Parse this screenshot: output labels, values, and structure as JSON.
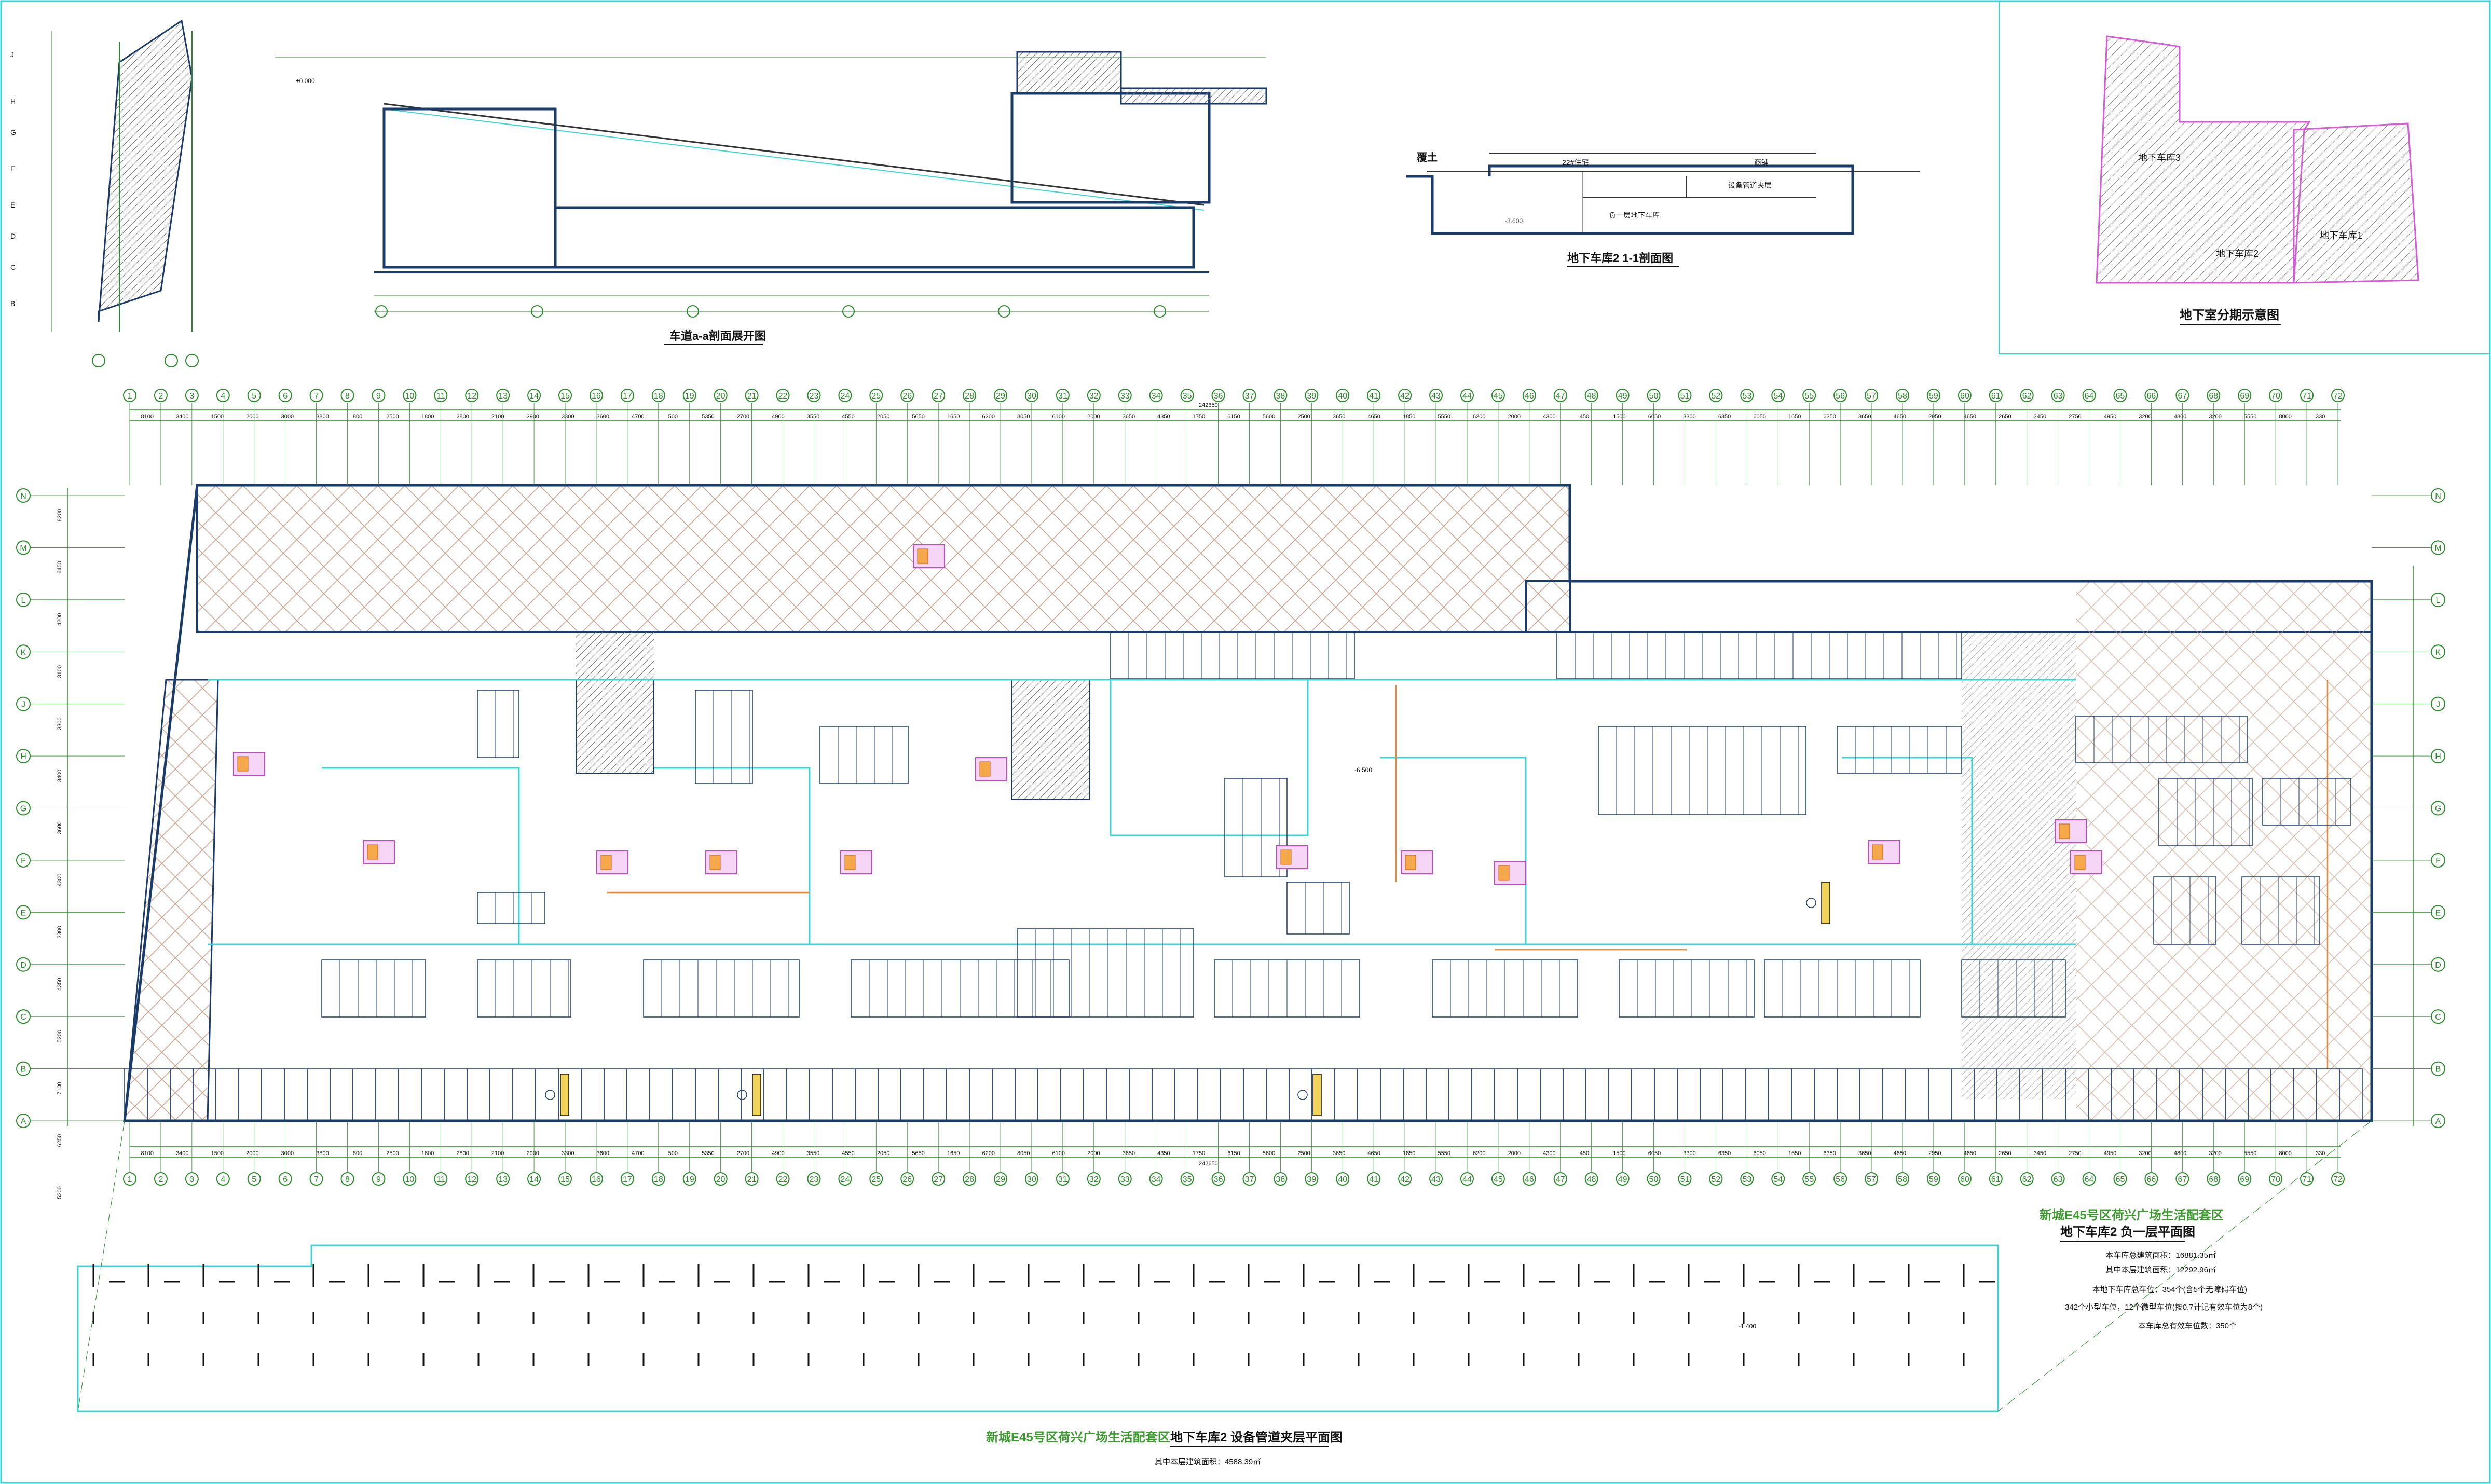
{
  "titles": {
    "ramp_section": "车道a-a剖面展开图",
    "section_1_1": "地下车库2 1-1剖面图",
    "phasing": "地下室分期示意图",
    "plan_project": "新城E45号区荷兴广场生活配套区",
    "plan_name": "地下车库2 负一层平面图",
    "mezz_project": "新城E45号区荷兴广场生活配套区",
    "mezz_name": "地下车库2 设备管道夹层平面图",
    "mezz_area": "其中本层建筑面积：4588.39㎡"
  },
  "stats": [
    "本车库总建筑面积：16881.35㎡",
    "其中本层建筑面积：12292.96㎡",
    "本地下车库总车位：354个(含5个无障碍车位)",
    "342个小型车位，12个微型车位(按0.7计记有效车位为8个)",
    "本车库总有效车位数：350个"
  ],
  "phasing_labels": [
    "地下车库3",
    "地下车库2",
    "地下车库1"
  ],
  "section_labels": {
    "soil": "覆土",
    "residential": "22#住宅",
    "shop": "商铺",
    "equip": "设备管道夹层",
    "basement": "负一层地下车库"
  },
  "grid_cols": [
    "1",
    "2",
    "3",
    "4",
    "5",
    "6",
    "7",
    "8",
    "9",
    "10",
    "11",
    "12",
    "13",
    "14",
    "15",
    "16",
    "17",
    "18",
    "19",
    "20",
    "21",
    "22",
    "23",
    "24",
    "25",
    "26",
    "27",
    "28",
    "29",
    "30",
    "31",
    "32",
    "33",
    "34",
    "35",
    "36",
    "37",
    "38",
    "39",
    "40",
    "41",
    "42",
    "43",
    "44",
    "45",
    "46",
    "47",
    "48",
    "49",
    "50",
    "51",
    "52",
    "53",
    "54",
    "55",
    "56",
    "57",
    "58",
    "59",
    "60",
    "61",
    "62",
    "63",
    "64",
    "65",
    "66",
    "67",
    "68",
    "69",
    "70",
    "71",
    "72"
  ],
  "grid_rows": [
    "N",
    "M",
    "L",
    "K",
    "J",
    "H",
    "G",
    "F",
    "E",
    "D",
    "C",
    "B",
    "A"
  ],
  "total_dim": "242650",
  "top_dims": [
    "8100",
    "3400",
    "1500",
    "2000",
    "3000",
    "3800",
    "800",
    "2500",
    "1800",
    "2800",
    "2100",
    "2900",
    "3300",
    "3600",
    "4700",
    "500",
    "5350",
    "2700",
    "4900",
    "3550",
    "4550",
    "2050",
    "5650",
    "1650",
    "6200",
    "8050",
    "6100",
    "2000",
    "3650",
    "4350",
    "1750",
    "6150",
    "5600",
    "2500",
    "3650",
    "4650",
    "1850",
    "5550",
    "6200",
    "2000",
    "4300",
    "450",
    "1500",
    "6050",
    "3300",
    "6350",
    "6050",
    "1650",
    "6350",
    "3650",
    "4650",
    "2950",
    "4650",
    "2650",
    "3450",
    "2750",
    "4950",
    "3200",
    "4800",
    "3200",
    "5550",
    "8000",
    "330"
  ],
  "row_dims": [
    "8200",
    "6450",
    "4200",
    "3100",
    "3300",
    "3400",
    "3600",
    "4300",
    "3300",
    "4350",
    "5200",
    "7100",
    "6250",
    "5200"
  ],
  "marks": {
    "m1": "-6.500",
    "m2": "±0.000",
    "m3": "-3.600",
    "m4": "-1.400"
  }
}
